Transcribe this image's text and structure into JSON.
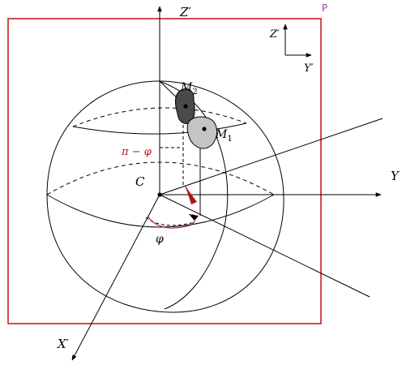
{
  "corner_label": "P",
  "labels": {
    "z_axis": "Z′",
    "y_axis": "Y",
    "x_axis": "X′",
    "center": "C",
    "m1": "M",
    "m1_sub": "1",
    "m2": "M",
    "m2_sub": "2",
    "angle_phi": "φ",
    "angle_pi_minus_phi": "π − φ",
    "inset_z": "Z′",
    "inset_y": "Y′"
  },
  "colors": {
    "frame": "#c8201c",
    "accent": "#b0141c",
    "corner_label": "#a23ca8",
    "line": "#000000",
    "blob_dark": "#4a4a4a",
    "blob_light": "#c4c4c4"
  }
}
